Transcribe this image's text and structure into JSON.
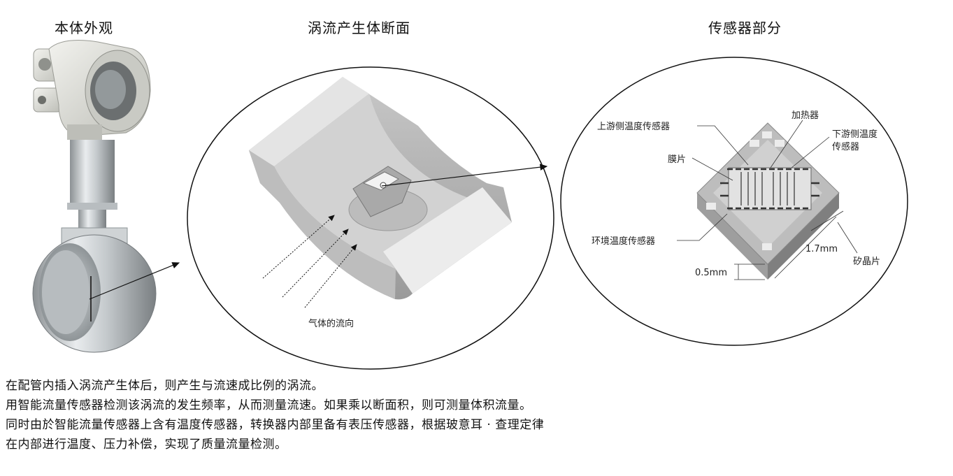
{
  "titles": {
    "body": "本体外观",
    "section": "涡流产生体断面",
    "sensor": "传感器部分"
  },
  "labels": {
    "gas_flow": "气体的流向",
    "upstream_sensor": "上游侧温度传感器",
    "heater": "加热器",
    "downstream_sensor_1": "下游侧温度",
    "downstream_sensor_2": "传感器",
    "membrane": "膜片",
    "ambient_sensor": "环境温度传感器",
    "dim_width": "1.7mm",
    "dim_thickness": "0.5mm",
    "silicon_chip": "矽晶片"
  },
  "description": [
    "在配管内插入涡流产生体后，则产生与流速成比例的涡流。",
    "用智能流量传感器检测该涡流的发生频率，从而测量流速。如果乘以断面积，则可测量体积流量。",
    "同时由於智能流量传感器上含有温度传感器，转换器内部里备有表压传感器，根据玻意耳 · 查理定律",
    "在内部进行温度、压力补偿，实现了质量流量检测。"
  ]
}
